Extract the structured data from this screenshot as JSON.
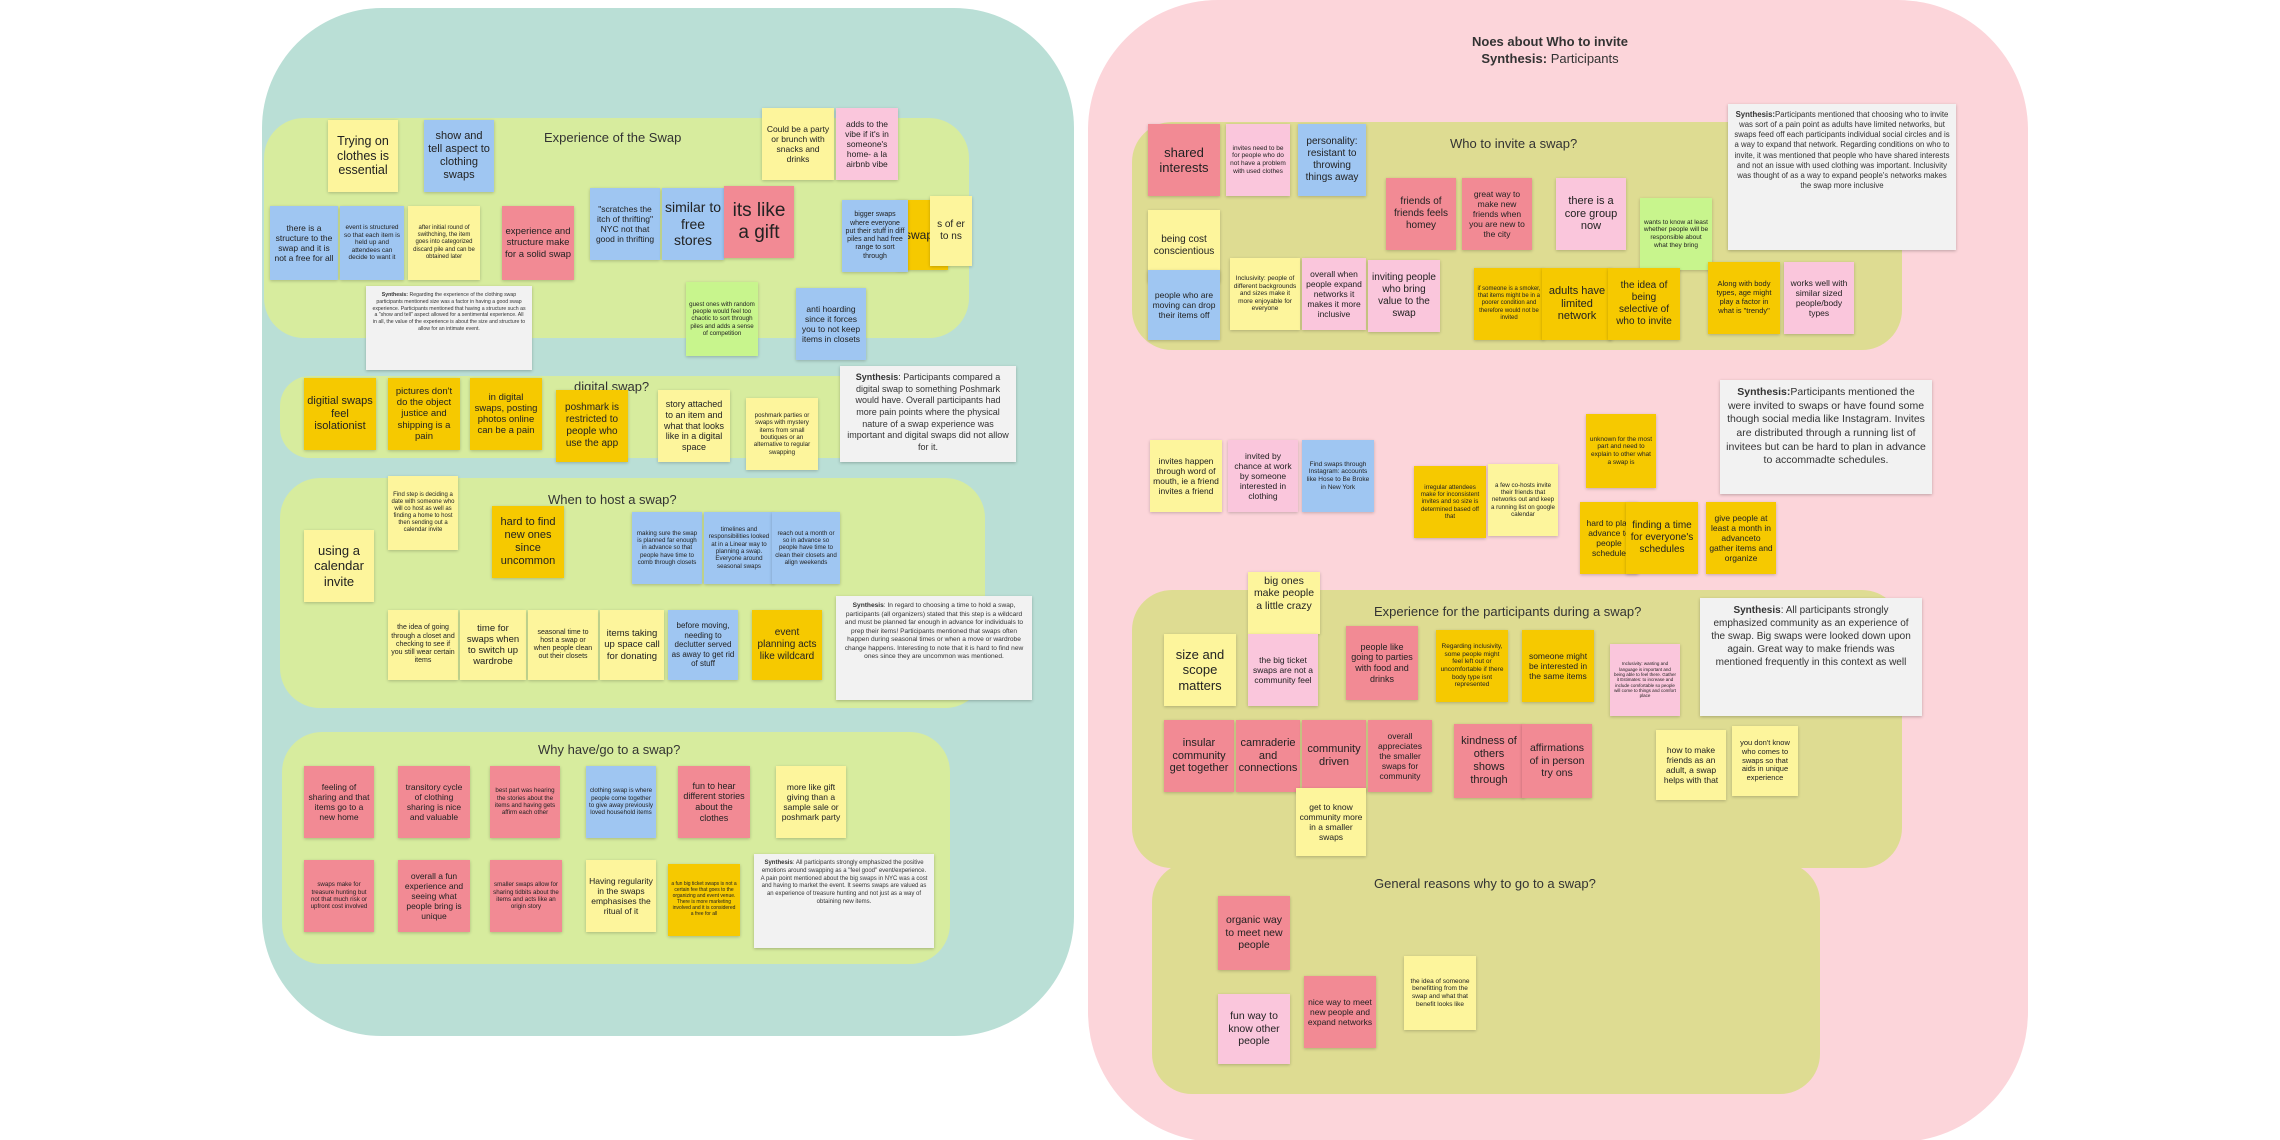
{
  "colors": {
    "left_panel": "#badfd6",
    "right_panel": "#fcd5da",
    "group_green": "#d7ec9e",
    "group_olive": "#dedc92",
    "yellow": "#fdf59c",
    "blue": "#9fc6f2",
    "red": "#f28a94",
    "pink": "#fac6dc",
    "orange": "#f6c900",
    "lime": "#c8f58d",
    "synthesis_bg": "#f2f2f2"
  },
  "main_title": {
    "line1": "Noes about Who to invite",
    "line2_bold": "Synthesis:",
    "line2_rest": " Participants"
  },
  "groups": {
    "experience_swap": "Experience of the Swap",
    "digital_swap": "digital swap?",
    "when_host": "When to host a swap?",
    "why_have": "Why have/go to a swap?",
    "who_invite": "Who to invite a swap?",
    "experience_participants": "Experience for the participants during a swap?",
    "general_reasons": "General reasons why to go to a swap?"
  },
  "notes": [
    {
      "text": "Trying on clothes is essential",
      "color": "yellow"
    },
    {
      "text": "show and tell aspect to clothing swaps",
      "color": "blue"
    },
    {
      "text": "Could be a party or brunch with snacks and drinks",
      "color": "yellow"
    },
    {
      "text": "adds to the vibe if it's in someone's home- a la airbnb vibe",
      "color": "pink"
    },
    {
      "text": "there is a structure to the swap and it is not a free for all",
      "color": "blue"
    },
    {
      "text": "event is structured so that each item is held up and attendees can decide to want it",
      "color": "blue"
    },
    {
      "text": "after initial round of swithching, the item goes into categorized discard pile and can be obtained later",
      "color": "yellow"
    },
    {
      "text": "experience and structure make for a solid swap",
      "color": "red"
    },
    {
      "text": "\"scratches the itch of thrifting\" NYC not that good in thrifting",
      "color": "blue"
    },
    {
      "text": "similar to free stores",
      "color": "blue"
    },
    {
      "text": "its like a gift",
      "color": "red"
    },
    {
      "text": "bigger swaps where everyone put their stuff in diff piles and had free range to sort through",
      "color": "blue"
    },
    {
      "text": "swaps",
      "color": "orange"
    },
    {
      "text": "s of er to ns",
      "color": "yellow"
    },
    {
      "text": "guest ones with random people would feel too chaotic to sort through piles and adds a sense of competition",
      "color": "lime"
    },
    {
      "text": "anti hoarding since it forces you to not keep items in closets",
      "color": "blue"
    },
    {
      "text": "digitial swaps feel isolationist",
      "color": "orange"
    },
    {
      "text": "pictures don't do the object justice and shipping is a pain",
      "color": "orange"
    },
    {
      "text": "in digital swaps, posting photos online can be a pain",
      "color": "orange"
    },
    {
      "text": "poshmark is restricted to people who use the app",
      "color": "orange"
    },
    {
      "text": "story attached to an item and what that looks like in a digital space",
      "color": "yellow"
    },
    {
      "text": "poshmark parties or swaps with mystery items from small boutiques or an alternative to regular swapping",
      "color": "yellow"
    },
    {
      "text": "Find step is deciding a date with someone who will co host as well as finding a home to host then sending out a calendar invite",
      "color": "yellow"
    },
    {
      "text": "hard to find new ones since uncommon",
      "color": "orange"
    },
    {
      "text": "making sure the swap is planned far enough in advance so that people have time to comb through closets",
      "color": "blue"
    },
    {
      "text": "timelines and responsibilities looked at in a Linear way to planning a swap. Everyone around seasonal swaps",
      "color": "blue"
    },
    {
      "text": "reach out a month or so in advance so people have time to clean their closets and align weekends",
      "color": "blue"
    },
    {
      "text": "using a calendar invite",
      "color": "yellow"
    },
    {
      "text": "the idea of going through a closet and checking to see if you still wear certain items",
      "color": "yellow"
    },
    {
      "text": "time for swaps when to switch up wardrobe",
      "color": "yellow"
    },
    {
      "text": "seasonal time to host a swap or when people clean out their closets",
      "color": "yellow"
    },
    {
      "text": "items taking up space call for donating",
      "color": "yellow"
    },
    {
      "text": "before moving, needing to declutter served as away to get rid of stuff",
      "color": "blue"
    },
    {
      "text": "event planning acts like wildcard",
      "color": "orange"
    },
    {
      "text": "feeling of sharing and that items go to a new home",
      "color": "red"
    },
    {
      "text": "transitory cycle of clothing sharing is nice and valuable",
      "color": "red"
    },
    {
      "text": "best part was hearing the stories about the items and having gets affirm each other",
      "color": "red"
    },
    {
      "text": "clothing swap is where people come together to give away previously loved household items",
      "color": "blue"
    },
    {
      "text": "fun to hear different stories about the clothes",
      "color": "red"
    },
    {
      "text": "more like gift giving than a sample sale or poshmark party",
      "color": "yellow"
    },
    {
      "text": "swaps make for treasure hunting but not that much risk or upfront cost involved",
      "color": "red"
    },
    {
      "text": "overall a fun experience and seeing what people bring is unique",
      "color": "red"
    },
    {
      "text": "smaller swaps allow for sharing tidbits about the items and acts like an origin story",
      "color": "red"
    },
    {
      "text": "Having regularity in the swaps emphasises the ritual of it",
      "color": "yellow"
    },
    {
      "text": "a fun big ticket swaps is not a certain fee that goes to the organizing and event venue. There is more marketing involved and it is considered a free for all",
      "color": "orange"
    },
    {
      "text": "shared interests",
      "color": "red"
    },
    {
      "text": "invites need to be for people who do not have a problem with used clothes",
      "color": "pink"
    },
    {
      "text": "personality: resistant to throwing things away",
      "color": "blue"
    },
    {
      "text": "friends of friends feels homey",
      "color": "red"
    },
    {
      "text": "great way to make new friends when you are new to the city",
      "color": "red"
    },
    {
      "text": "there is a core group now",
      "color": "pink"
    },
    {
      "text": "wants to know at least whether people will be responsible about what they bring",
      "color": "lime"
    },
    {
      "text": "being cost conscientious",
      "color": "yellow"
    },
    {
      "text": "people who are moving can drop their items off",
      "color": "blue"
    },
    {
      "text": "Inclusivity: people of different backgrounds and sizes make it more enjoyable for everyone",
      "color": "yellow"
    },
    {
      "text": "overall when people expand networks it makes it more inclusive",
      "color": "pink"
    },
    {
      "text": "inviting people who bring value to the swap",
      "color": "pink"
    },
    {
      "text": "if someone is a smoker, that items might be in a poorer condition and therefore would not be invited",
      "color": "orange"
    },
    {
      "text": "adults have limited network",
      "color": "orange"
    },
    {
      "text": "the idea of being selective of who to invite",
      "color": "orange"
    },
    {
      "text": "Along with body types, age might play a factor in what is \"trendy\"",
      "color": "orange"
    },
    {
      "text": "works well with similar sized people/body types",
      "color": "pink"
    },
    {
      "text": "invites happen through word of mouth, ie a friend invites a friend",
      "color": "yellow"
    },
    {
      "text": "invited by chance at work by someone interested in clothing",
      "color": "pink"
    },
    {
      "text": "Find swaps through Instagram: accounts like Hose to Be Broke in New York",
      "color": "blue"
    },
    {
      "text": "irregular attendees make for inconsistent invites and so size is determined based off that",
      "color": "orange"
    },
    {
      "text": "a few co-hosts invite their friends that networks out and keep a running list on google calendar",
      "color": "yellow"
    },
    {
      "text": "unknown for the most part and need to explain to other what a swap is",
      "color": "orange"
    },
    {
      "text": "hard to plan advance to people schedule",
      "color": "orange"
    },
    {
      "text": "finding a time for everyone's schedules",
      "color": "orange"
    },
    {
      "text": "give people at least a month in advanceto gather items and organize",
      "color": "orange"
    },
    {
      "text": "big ones make people a little crazy",
      "color": "yellow"
    },
    {
      "text": "size and scope matters",
      "color": "yellow"
    },
    {
      "text": "the big ticket swaps are not a community feel",
      "color": "pink"
    },
    {
      "text": "people like going to parties with food and drinks",
      "color": "red"
    },
    {
      "text": "Regarding inclusivity, some people might feel left out or uncomfortable if there body type isnt represented",
      "color": "orange"
    },
    {
      "text": "someone might be interested in the same items",
      "color": "orange"
    },
    {
      "text": "Inclusivity: wanting and language is important and being able to feel there. Gather it Estimates: to increase and include comfortable so people will come to things and comfort place",
      "color": "pink"
    },
    {
      "text": "insular community get together",
      "color": "red"
    },
    {
      "text": "camraderie and connections",
      "color": "red"
    },
    {
      "text": "community driven",
      "color": "red"
    },
    {
      "text": "overall appreciates the smaller swaps for community",
      "color": "red"
    },
    {
      "text": "kindness of others shows through",
      "color": "red"
    },
    {
      "text": "affirmations of in person try ons",
      "color": "red"
    },
    {
      "text": "how to make friends as an adult, a swap helps with that",
      "color": "yellow"
    },
    {
      "text": "you don't know who comes to swaps so that aids in unique experience",
      "color": "yellow"
    },
    {
      "text": "get to know community more in a smaller swaps",
      "color": "yellow"
    },
    {
      "text": "organic way to meet new people",
      "color": "red"
    },
    {
      "text": "fun way to know other people",
      "color": "pink"
    },
    {
      "text": "nice way to meet new people and expand networks",
      "color": "red"
    },
    {
      "text": "the idea of someone benefitting from the swap and what that benefit looks like",
      "color": "yellow"
    }
  ],
  "syntheses": [
    {
      "bold": "Synthesis:",
      "text": " Regarding the experience of the clothing swap participants mentioned size was a factor in having a good swap experience. Participants mentioned that having a structure such as a \"show and tell\" aspect allowed for a sentimental experience. All in all, the value of the experience is about the size and structure to allow for an intimate event."
    },
    {
      "bold": "Synthesis",
      "text": ": Participants compared a digital swap to something Poshmark would have. Overall participants had more pain points where the physical nature of a swap experience was important and digital swaps did not allow for it."
    },
    {
      "bold": "Synthesis",
      "text": ": In regard to choosing a time to hold a swap, participants (all organizers) stated that this step is a wildcard and must be planned far enough in advance for individuals to prep their items! Participants mentioned that swaps often happen during seasonal times or when a move or wardrobe change happens. Interesting to note that it is hard to find new ones since they are uncommon was mentioned."
    },
    {
      "bold": "Synthesis",
      "text": ": All participants strongly emphasized the positive emotions around swapping as a \"feel good\" event/experience. A pain point mentioned about the big swaps in NYC was a cost and having to market the event. It seems swaps are valued as an experience of treasure hunting and not just as a way of obtaining new items."
    },
    {
      "bold": "Synthesis:",
      "text": "Participants mentioned that choosing who to invite was sort of a pain point as adults have limited networks, but swaps feed off each participants individual social circles and is a way to expand that network. Regarding conditions on who to invite, it was mentioned that people who have shared interests and not an issue with used clothing was important. Inclusivity was thought of as a way to expand people's networks makes the swap more inclusive"
    },
    {
      "bold": "Synthesis:",
      "text": "Participants mentioned the were invited to swaps or have found some though social media like Instagram. Invites are distributed through a running list of invitees but can be hard to plan in advance to accommadte schedules."
    },
    {
      "bold": "Synthesis",
      "text": ": All participants strongly emphasized community as an experience of the swap. Big swaps were looked down upon again. Great way to make friends was mentioned frequently in this context as well"
    }
  ]
}
